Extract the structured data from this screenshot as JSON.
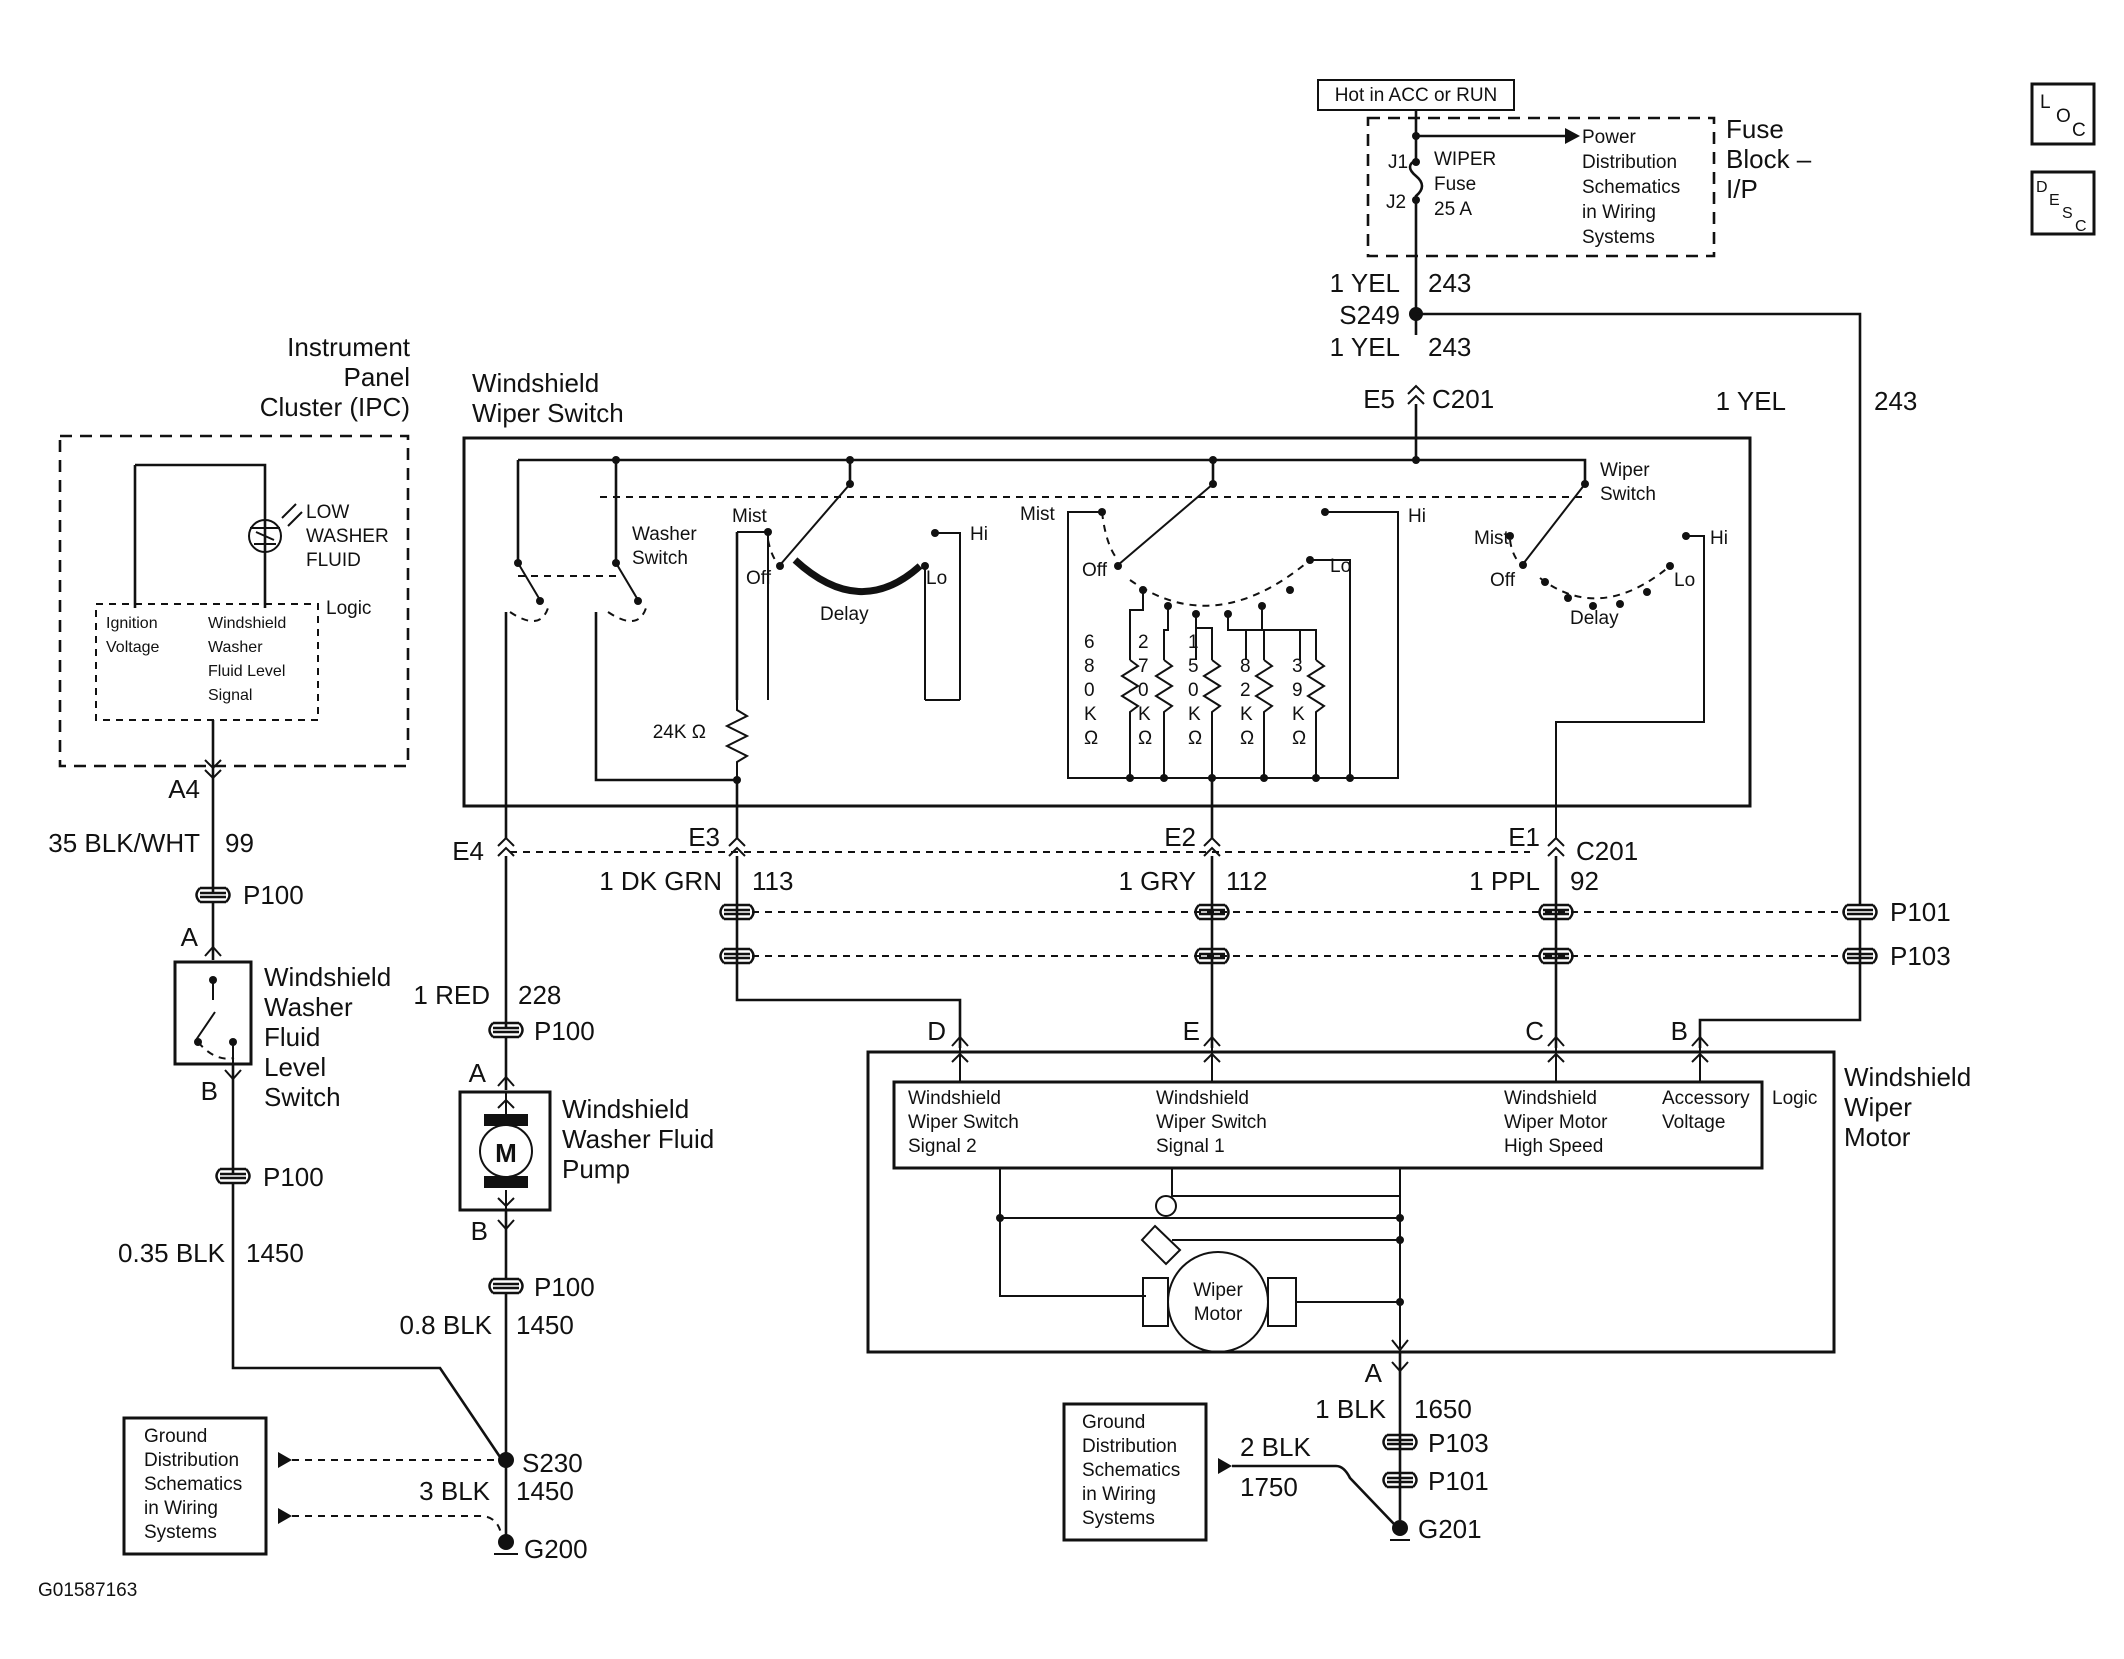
{
  "fuse_block": {
    "hot_label": "Hot in ACC or RUN",
    "title": "Fuse Block - I/P",
    "pin_j1": "J1",
    "pin_j2": "J2",
    "fuse_name": "WIPER",
    "fuse_word": "Fuse",
    "fuse_rating": "25 A",
    "power_ref": [
      "Power",
      "Distribution",
      "Schematics",
      "in Wiring",
      "Systems"
    ]
  },
  "side_icons": {
    "loc": "LOC",
    "desc": "DESC"
  },
  "circuits": {
    "yel_top_gauge": "1 YEL",
    "yel_top_num": "243",
    "splice_s249": "S249",
    "yel_mid_gauge": "1 YEL",
    "yel_mid_num": "243",
    "c201_e5_pin": "E5",
    "c201_name": "C201",
    "yel_right_gauge": "1 YEL",
    "yel_right_num": "243",
    "dkgrn_gauge": "1 DK GRN",
    "dkgrn_num": "113",
    "gry_gauge": "1 GRY",
    "gry_num": "112",
    "ppl_gauge": "1 PPL",
    "ppl_num": "92",
    "red_gauge": "1 RED",
    "red_num": "228",
    "blkwht_gauge": "35 BLK/WHT",
    "blkwht_num": "99",
    "blk035_gauge": "0.35 BLK",
    "blk035_num": "1450",
    "blk08_gauge": "0.8 BLK",
    "blk08_num": "1450",
    "blk3_gauge": "3 BLK",
    "blk3_num": "1450",
    "blk1_gauge": "1 BLK",
    "blk1_num": "1650",
    "blk2_gauge": "2 BLK",
    "blk2_num": "1750"
  },
  "connectors": {
    "p100": "P100",
    "p101": "P101",
    "p103": "P103",
    "c201": "C201",
    "s230": "S230",
    "g200": "G200",
    "g201": "G201",
    "pin_a": "A",
    "pin_b": "B",
    "pin_c": "C",
    "pin_d": "D",
    "pin_e": "E",
    "pin_a4": "A4",
    "pin_e1": "E1",
    "pin_e2": "E2",
    "pin_e3": "E3",
    "pin_e4": "E4"
  },
  "ipc": {
    "title": [
      "Instrument",
      "Panel",
      "Cluster (IPC)"
    ],
    "lamp": [
      "LOW",
      "WASHER",
      "FLUID"
    ],
    "logic": "Logic",
    "ign": [
      "Ignition",
      "Voltage"
    ],
    "signal": [
      "Windshield",
      "Washer",
      "Fluid Level",
      "Signal"
    ]
  },
  "wiper_switch": {
    "title": [
      "Windshield",
      "Wiper Switch"
    ],
    "washer_switch": [
      "Washer",
      "Switch"
    ],
    "wiper_switch_lbl": [
      "Wiper",
      "Switch"
    ],
    "mist": "Mist",
    "off": "Off",
    "hi": "Hi",
    "lo": "Lo",
    "delay": "Delay",
    "res_24k": "24K Ω",
    "resistors": [
      [
        "6",
        "8",
        "0",
        "K",
        "Ω"
      ],
      [
        "2",
        "7",
        "0",
        "K",
        "Ω"
      ],
      [
        "1",
        "5",
        "0",
        "K",
        "Ω"
      ],
      [
        "8",
        "2",
        "K",
        "Ω"
      ],
      [
        "3",
        "9",
        "K",
        "Ω"
      ]
    ]
  },
  "washer_level_switch": [
    "Windshield",
    "Washer",
    "Fluid",
    "Level",
    "Switch"
  ],
  "washer_pump": [
    "Windshield",
    "Washer Fluid",
    "Pump"
  ],
  "pump_letter": "M",
  "wiper_motor": {
    "title": [
      "Windshield",
      "Wiper",
      "Motor"
    ],
    "logic": "Logic",
    "sig2": [
      "Windshield",
      "Wiper Switch",
      "Signal 2"
    ],
    "sig1": [
      "Windshield",
      "Wiper Switch",
      "Signal 1"
    ],
    "high": [
      "Windshield",
      "Wiper Motor",
      "High Speed"
    ],
    "acc": [
      "Accessory",
      "Voltage"
    ],
    "motor": [
      "Wiper",
      "Motor"
    ]
  },
  "ground_ref_left": [
    "Ground",
    "Distribution",
    "Schematics",
    "in Wiring",
    "Systems"
  ],
  "ground_ref_right": [
    "Ground",
    "Distribution",
    "Schematics",
    "in Wiring",
    "Systems"
  ],
  "figure_id": "G01587163"
}
